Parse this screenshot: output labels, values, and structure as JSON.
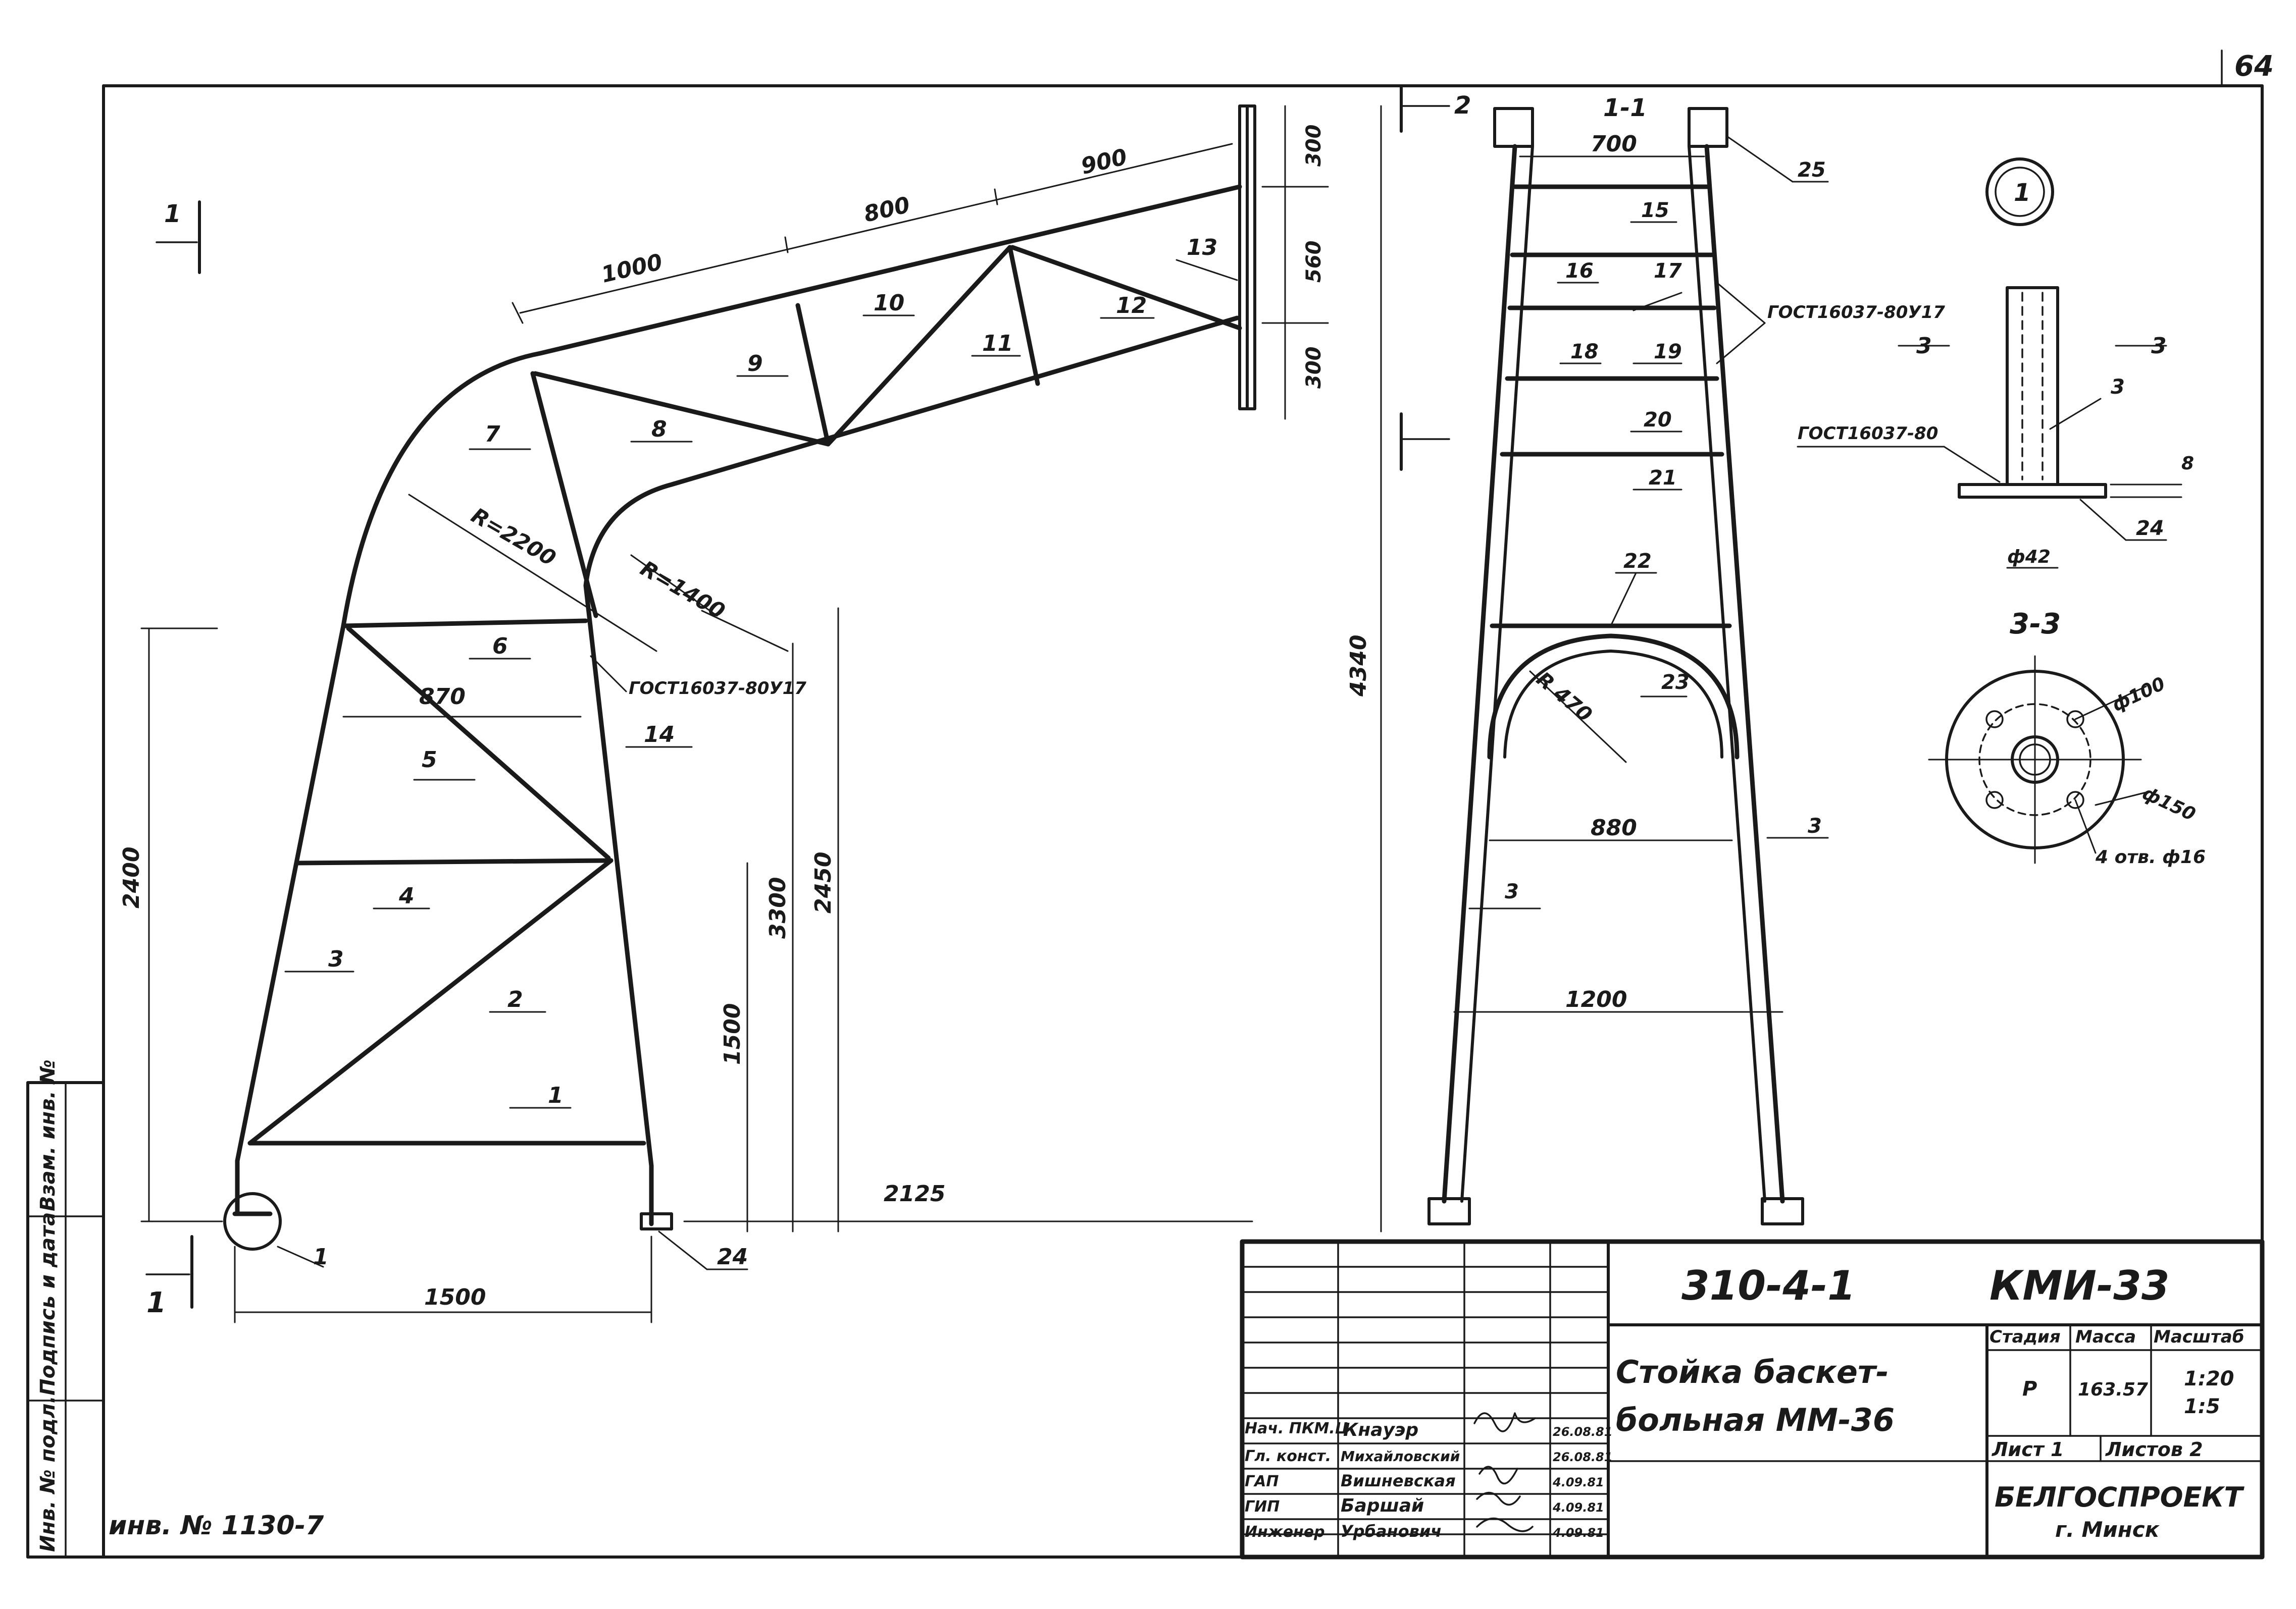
{
  "sheet": {
    "page_number": "64",
    "inventory_number": "инв. № 1130-7",
    "side_stamp": [
      "Инв. № подл.",
      "Подпись и дата",
      "Взам. инв. №"
    ]
  },
  "view_main": {
    "section_mark": "1",
    "section_arrow_label": "1",
    "dims": {
      "seg_1000": "1000",
      "seg_800": "800",
      "seg_900": "900",
      "r_2200": "R=2200",
      "r_1400": "R=1400",
      "w_870": "870",
      "h_2400": "2400",
      "h_3300": "3300",
      "h_2450": "2450",
      "h_1500": "1500",
      "w_1500": "1500",
      "w_2125": "2125",
      "v_300a": "300",
      "v_560": "560",
      "v_300b": "300",
      "h_4340": "4340"
    },
    "gost_label": "ГОСТ16037-80У17",
    "positions": [
      "1",
      "2",
      "3",
      "4",
      "5",
      "6",
      "7",
      "8",
      "9",
      "10",
      "11",
      "12",
      "13",
      "14",
      "24"
    ],
    "detail_callout": "1"
  },
  "view_section_1_1": {
    "title": "1-1",
    "section_arrow_label": "2",
    "dims": {
      "w_700": "700",
      "w_880": "880",
      "w_1200": "1200",
      "r_470": "R 470"
    },
    "gost_label": "ГОСТ16037-80У17",
    "positions": [
      "3",
      "3",
      "15",
      "16",
      "17",
      "18",
      "19",
      "20",
      "21",
      "22",
      "23",
      "25"
    ]
  },
  "detail": {
    "callout": "1",
    "gost_label": "ГОСТ16037-80",
    "section_mark": "3",
    "section_title": "3-3",
    "dims": {
      "d42": "ф42",
      "t8": "8",
      "d100": "ф100",
      "d150": "ф150",
      "holes": "4 отв. ф16"
    },
    "positions": [
      "3",
      "24"
    ]
  },
  "title_block": {
    "code": "310-4-1",
    "doc_code": "КМИ-33",
    "name_line1": "Стойка баскет-",
    "name_line2": "больная  ММ-36",
    "head": {
      "stage": "Стадия",
      "mass": "Масса",
      "scale": "Масштаб"
    },
    "values": {
      "stage": "Р",
      "mass": "163.57",
      "scale1": "1:20",
      "scale2": "1:5"
    },
    "sheet_no": "Лист 1",
    "sheets_total": "Листов 2",
    "org": "БЕЛГОСПРОЕКТ",
    "city": "г. Минск",
    "signatures": [
      {
        "role": "Нач. ПКМ.Ц",
        "name": "Кнауэр",
        "date": "26.08.81"
      },
      {
        "role": "Гл. конст.",
        "name": "Михайловский",
        "date": "26.08.81"
      },
      {
        "role": "ГАП",
        "name": "Вишневская",
        "date": "4.09.81"
      },
      {
        "role": "ГИП",
        "name": "Баршай",
        "date": "4.09.81"
      },
      {
        "role": "Инженер",
        "name": "Урбанович",
        "date": "4.09.81"
      }
    ]
  }
}
